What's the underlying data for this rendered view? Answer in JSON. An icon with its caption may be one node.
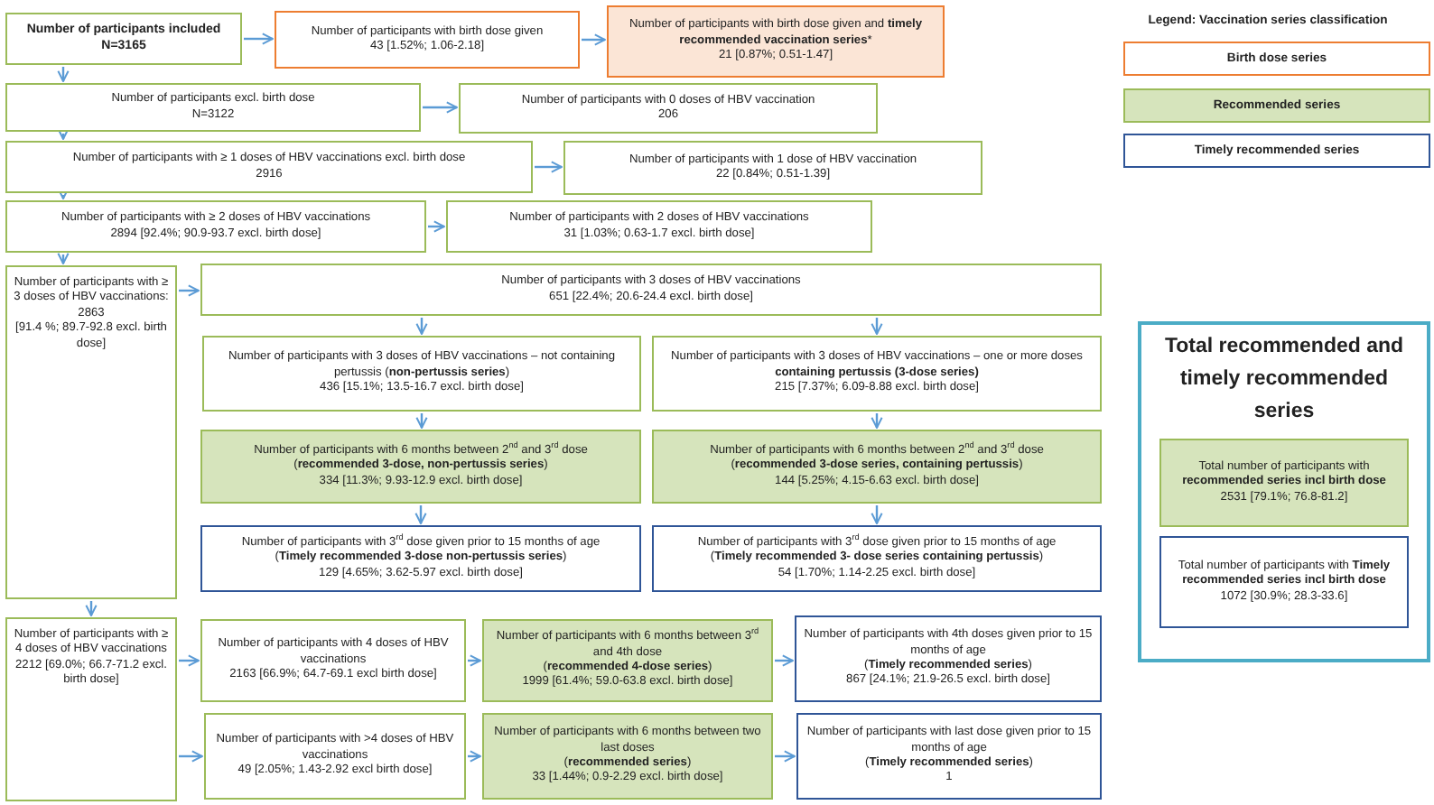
{
  "diagram": {
    "nodes": [
      {
        "text": [
          "Number of participants included",
          "N=3165"
        ]
      },
      {
        "text": [
          "Number of participants with birth dose given",
          "43 [1.52%; 1.06-2.18]"
        ]
      },
      {
        "text": [
          "Number of participants with birth dose given and **timely recommended vaccination series***",
          "21 [0.87%; 0.51-1.47]"
        ]
      },
      {
        "text": [
          "Number of participants excl. birth dose",
          "N=3122"
        ]
      },
      {
        "text": [
          "Number of participants with 0 doses of HBV vaccination",
          "206"
        ]
      },
      {
        "text": [
          "Number of participants with ≥ 1 doses of HBV vaccinations excl. birth dose",
          "2916"
        ]
      },
      {
        "text": [
          "Number of participants with 1 dose of HBV vaccination",
          "22 [0.84%; 0.51-1.39]"
        ]
      },
      {
        "text": [
          "Number of participants with ≥ 2 doses of HBV vaccinations",
          "2894 [92.4%; 90.9-93.7 excl. birth dose]"
        ]
      },
      {
        "text": [
          "Number of participants with 2 doses of HBV vaccinations",
          "31 [1.03%; 0.63-1.7 excl. birth dose]"
        ]
      },
      {
        "text": [
          "Number of participants with ≥ 3 doses of HBV vaccinations:",
          "2863",
          "[91.4 %; 89.7-92.8 excl. birth dose]"
        ]
      },
      {
        "text": [
          "Number of participants with 3 doses of HBV vaccinations",
          "651 [22.4%; 20.6-24.4 excl. birth dose]"
        ]
      },
      {
        "text": [
          "Number of participants with 3 doses of HBV vaccinations – not containing pertussis (**non-pertussis series**)",
          "436 [15.1%; 13.5-16.7 excl. birth dose]"
        ]
      },
      {
        "text": [
          "Number of participants with 3 doses of HBV vaccinations – one or more doses **containing pertussis (3-dose series)**",
          "215 [7.37%; 6.09-8.88 excl. birth dose]"
        ]
      },
      {
        "text": [
          "Number of participants with 6 months between 2$^{nd}$ and 3$^{rd}$ dose",
          "(**recommended 3-dose, non-pertussis series**)",
          "334 [11.3%; 9.93-12.9 excl. birth dose]"
        ]
      },
      {
        "text": [
          "Number of participants with 6 months between 2$^{nd}$ and 3$^{rd}$ dose",
          "(**recommended 3-dose series, containing pertussis**)",
          "144 [5.25%; 4.15-6.63 excl. birth dose]"
        ]
      },
      {
        "text": [
          "Number of participants with 3$^{rd}$ dose given prior to 15 months of age",
          "(**Timely recommended 3-dose non-pertussis series**)",
          "129 [4.65%; 3.62-5.97 excl. birth dose]"
        ]
      },
      {
        "text": [
          "Number of participants with 3$^{rd}$ dose given prior to 15 months of age",
          "(**Timely recommended 3- dose series containing pertussis**)",
          "54 [1.70%; 1.14-2.25 excl. birth dose]"
        ]
      },
      {
        "text": [
          "Number of participants with ≥ 4 doses of HBV vaccinations",
          "2212 [69.0%; 66.7-71.2 excl. birth dose]"
        ]
      },
      {
        "text": [
          "Number of participants with 4 doses of HBV vaccinations",
          "2163 [66.9%; 64.7-69.1 excl birth dose]"
        ]
      },
      {
        "text": [
          "Number of participants with >4 doses of HBV vaccinations",
          "49 [2.05%; 1.43-2.92 excl birth dose]"
        ]
      },
      {
        "text": [
          "Number of participants with 6 months between 3$^{rd}$ and 4th dose",
          "(**recommended 4-dose series**)",
          "1999 [61.4%; 59.0-63.8 excl. birth dose]"
        ]
      },
      {
        "text": [
          "Number of participants with 6 months between two last doses",
          "(**recommended series**)",
          "33 [1.44%; 0.9-2.29 excl. birth dose]"
        ]
      },
      {
        "text": [
          "Number of participants with 4th doses given prior to 15 months of age",
          "(**Timely recommended series**)",
          "867 [24.1%; 21.9-26.5 excl. birth dose]"
        ]
      },
      {
        "text": [
          "Number of participants with last dose given prior to 15 months of age",
          "(**Timely recommended series**)",
          "1"
        ]
      },
      {
        "text": [
          "Total recommended and timely recommended series"
        ]
      },
      {
        "text": [
          "Total number of participants with **recommended series incl birth dose**",
          "2531 [79.1%; 76.8-81.2]"
        ],
        "in": 24
      },
      {
        "text": [
          "Total number of participants with **Timely recommended series incl birth dose**",
          "1072 [30.9%; 28.3-33.6]"
        ],
        "in": 24
      }
    ],
    "edges": [
      {
        "from": 0,
        "to": 1,
        "arrow": "to"
      },
      {
        "from": 1,
        "to": 2,
        "arrow": "to"
      },
      {
        "from": 0,
        "to": 3,
        "arrow": "to"
      },
      {
        "from": 3,
        "to": 4,
        "arrow": "to"
      },
      {
        "from": 3,
        "to": 5,
        "arrow": "to"
      },
      {
        "from": 5,
        "to": 6,
        "arrow": "to"
      },
      {
        "from": 5,
        "to": 7,
        "arrow": "to"
      },
      {
        "from": 7,
        "to": 8,
        "arrow": "to"
      },
      {
        "from": 7,
        "to": 9,
        "arrow": "to"
      },
      {
        "from": 9,
        "to": 10,
        "arrow": "to"
      },
      {
        "from": 10,
        "to": 11,
        "arrow": "to"
      },
      {
        "from": 10,
        "to": 12,
        "arrow": "to"
      },
      {
        "from": 11,
        "to": 13,
        "arrow": "to"
      },
      {
        "from": 12,
        "to": 14,
        "arrow": "to"
      },
      {
        "from": 13,
        "to": 15,
        "arrow": "to"
      },
      {
        "from": 14,
        "to": 16,
        "arrow": "to"
      },
      {
        "from": 9,
        "to": 17,
        "arrow": "to"
      },
      {
        "from": 17,
        "to": 18,
        "arrow": "to"
      },
      {
        "from": 17,
        "to": 19,
        "arrow": "to"
      },
      {
        "from": 18,
        "to": 20,
        "arrow": "to"
      },
      {
        "from": 19,
        "to": 21,
        "arrow": "to"
      },
      {
        "from": 20,
        "to": 22,
        "arrow": "to"
      },
      {
        "from": 21,
        "to": 23,
        "arrow": "to"
      }
    ],
    "labels": [
      "Legend: Vaccination series classification"
    ],
    "legend": [
      {
        "text": "Birth dose series"
      },
      {
        "text": "Recommended series",
        "color": "#d6e4bc"
      },
      {
        "text": "Timely recommended series"
      }
    ]
  }
}
